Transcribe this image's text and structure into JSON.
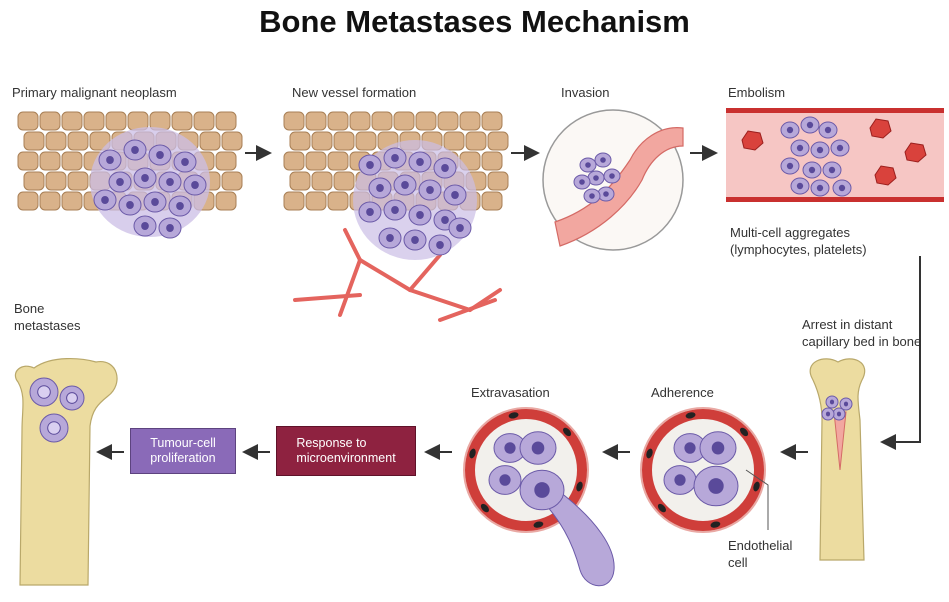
{
  "title": "Bone Metastases Mechanism",
  "stages": {
    "primary": "Primary malignant neoplasm",
    "vessel": "New vessel formation",
    "invasion": "Invasion",
    "embolism": "Embolism",
    "aggregates": "Multi-cell aggregates\n(lymphocytes, platelets)",
    "arrest": "Arrest in distant\ncapillary bed in bone",
    "adherence": "Adherence",
    "extravasation": "Extravasation",
    "endothelial": "Endothelial\ncell",
    "response": "Response to\nmicroenvironment",
    "proliferation": "Tumour-cell\nproliferation",
    "bone": "Bone\nmetastases"
  },
  "colors": {
    "healthy_cell": "#d9b28a",
    "tumour_cell": "#b7a8d9",
    "nucleus": "#5a4a9a",
    "vessel": "#e4645e",
    "bone": "#ecdca0",
    "box_purple": "#8a6ab8",
    "box_maroon": "#8e2240"
  }
}
